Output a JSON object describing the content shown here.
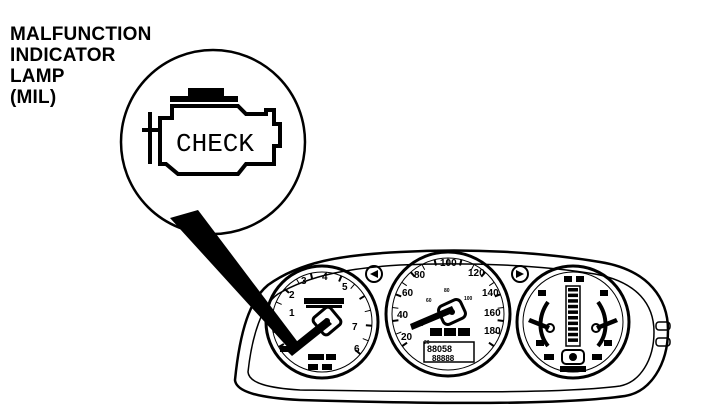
{
  "callout": {
    "lines": [
      "MALFUNCTION",
      "INDICATOR",
      "LAMP",
      "(MIL)"
    ]
  },
  "lamp": {
    "text": "CHECK"
  },
  "tachometer": {
    "labels": [
      "1",
      "2",
      "3",
      "4",
      "5",
      "7",
      "6"
    ]
  },
  "speedometer": {
    "labels": [
      "20",
      "40",
      "60",
      "80",
      "100",
      "120",
      "140",
      "160",
      "180",
      "20",
      "40",
      "60",
      "80",
      "100"
    ]
  },
  "odometer": {
    "line1": "88058",
    "line2": "88888"
  },
  "colors": {
    "ink": "#000000",
    "paper": "#ffffff"
  }
}
